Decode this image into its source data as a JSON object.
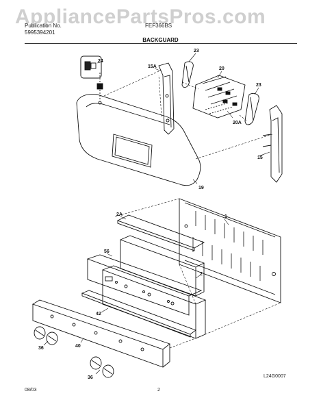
{
  "header": {
    "publication_label": "Publication No.",
    "publication_no": "5995394201",
    "model_label": "FEF366BS",
    "section_title": "BACKGUARD"
  },
  "watermark": "AppliancePartsPros.com",
  "callouts": {
    "c24": "24",
    "c23a": "23",
    "c23b": "23",
    "c15a": "15A",
    "c20": "20",
    "c20a": "20A",
    "c15": "15",
    "c19": "19",
    "c1": "1",
    "c2a": "2A",
    "c56": "56",
    "c2": "2",
    "c42": "42",
    "c40": "40",
    "c36a": "36",
    "c36b": "36"
  },
  "footer": {
    "date": "08/03",
    "page": "2",
    "drawing_no": "L24G0007"
  }
}
